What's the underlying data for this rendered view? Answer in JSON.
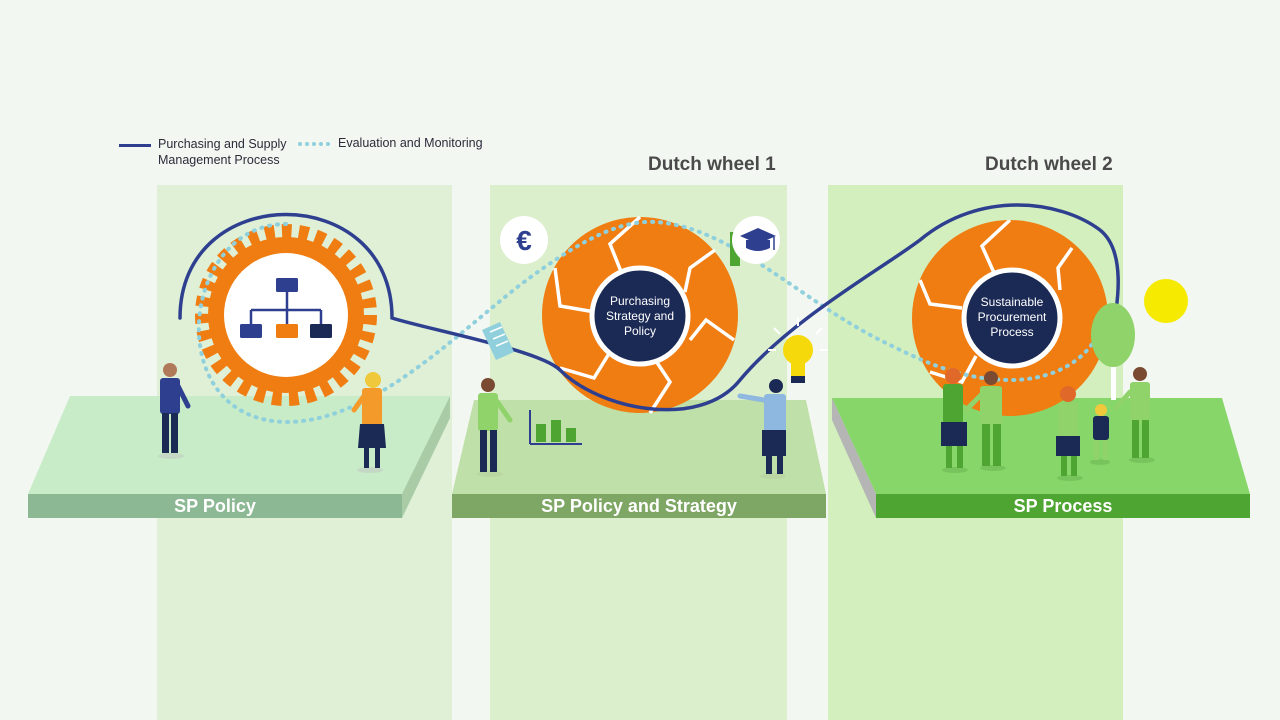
{
  "legend": {
    "process_label_line1": "Purchasing and Supply",
    "process_label_line2": "Management Process",
    "evaluation_label": "Evaluation and Monitoring"
  },
  "wheels": {
    "wheel1_title": "Dutch wheel 1",
    "wheel2_title": "Dutch wheel 2"
  },
  "centers": {
    "wheel1_line1": "Purchasing",
    "wheel1_line2": "Strategy and",
    "wheel1_line3": "Policy",
    "wheel2_line1": "Sustainable",
    "wheel2_line2": "Procurement",
    "wheel2_line3": "Process"
  },
  "platforms": {
    "policy": "SP Policy",
    "policy_strategy": "SP Policy and Strategy",
    "process": "SP Process"
  },
  "icons": {
    "currency_symbol": "€"
  },
  "colors": {
    "orange": "#f07d12",
    "navy": "#1b2a55",
    "process_line": "#2e3f8f",
    "evaluation_line": "#8fd0dc",
    "green_dark": "#4fa532",
    "green_light": "#8fd36a"
  }
}
